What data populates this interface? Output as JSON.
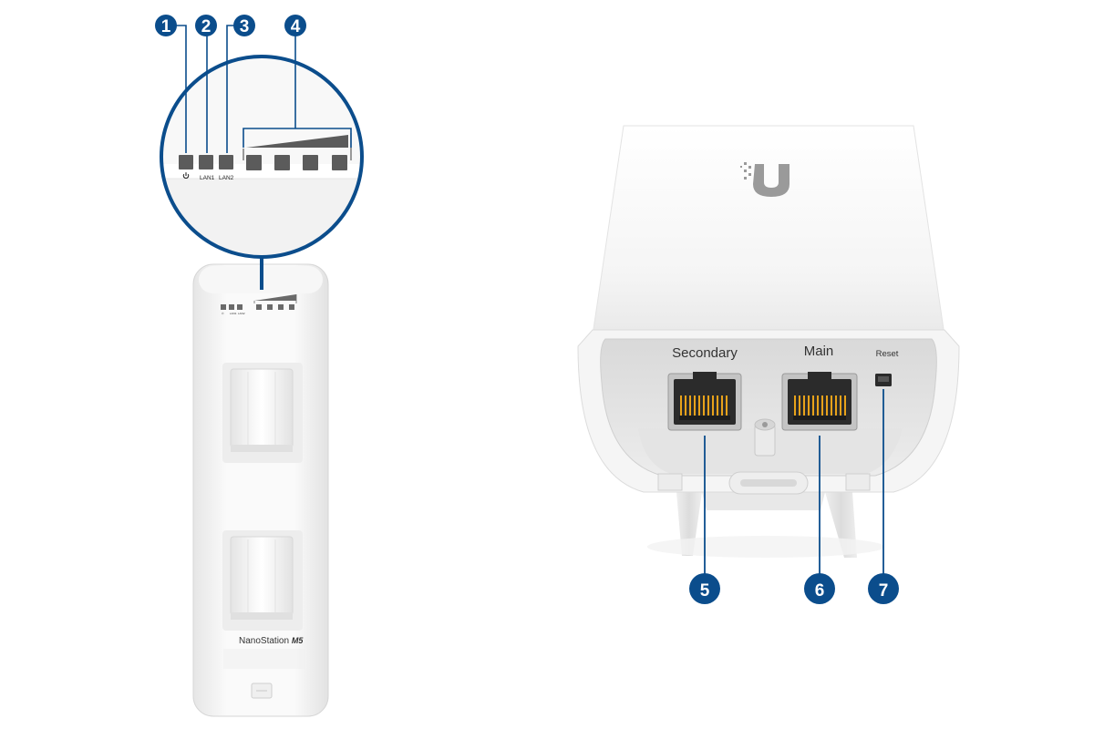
{
  "colors": {
    "callout_fill": "#0b4d8c",
    "callout_line": "#0b4d8c",
    "led": "#5b5b5b",
    "device_body": "#f3f3f3",
    "port_pins": "#e8a21a"
  },
  "callouts": {
    "c1": "1",
    "c2": "2",
    "c3": "3",
    "c4": "4",
    "c5": "5",
    "c6": "6",
    "c7": "7"
  },
  "led_panel": {
    "power_icon": "power-icon",
    "lan1": "LAN1",
    "lan2": "LAN2",
    "signal_led_count": 4
  },
  "device_front": {
    "model_name": "NanoStation",
    "model_suffix": "M5"
  },
  "ports": {
    "secondary": "Secondary",
    "main": "Main",
    "reset": "Reset"
  }
}
